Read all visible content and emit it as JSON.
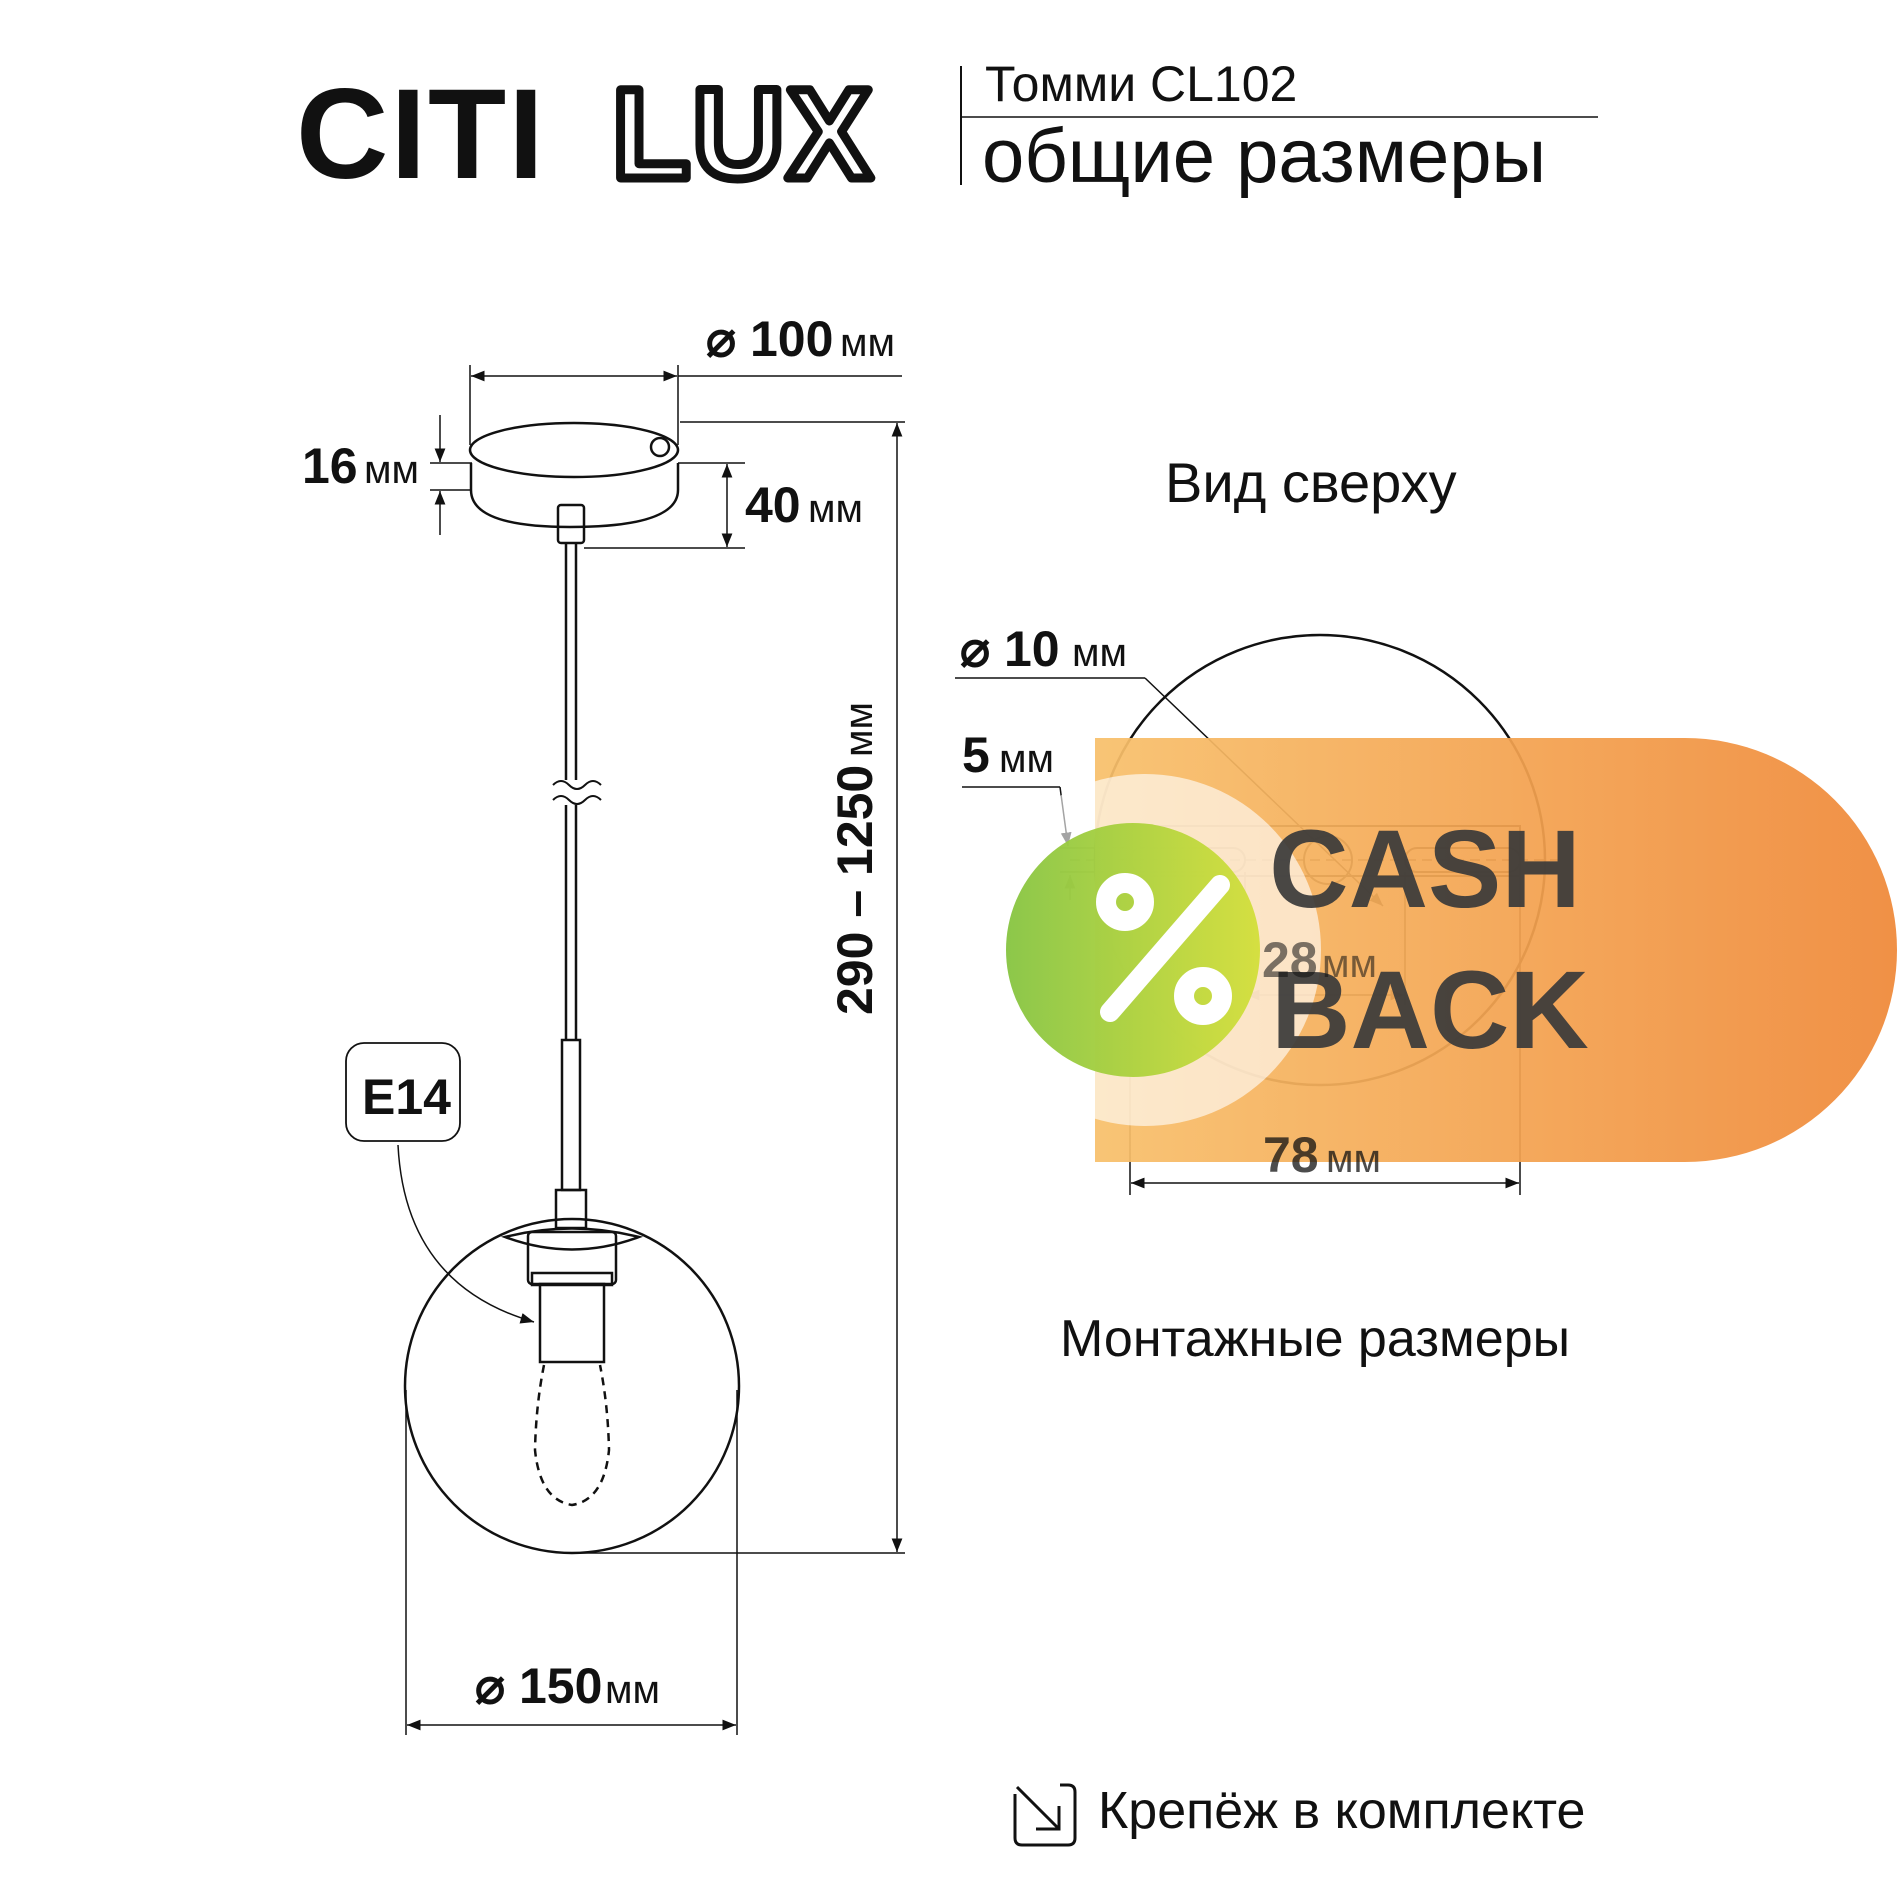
{
  "header": {
    "brand_solid": "CITI",
    "brand_outline": "LUX",
    "model": "Томми CL102",
    "subtitle": "общие размеры"
  },
  "side_view": {
    "canopy_diameter": {
      "value": "⌀ 100",
      "unit": "мм"
    },
    "canopy_height": {
      "value": "16",
      "unit": "мм"
    },
    "canopy_depth": {
      "value": "40",
      "unit": "мм"
    },
    "total_height": {
      "value": "290 – 1250",
      "unit": "мм"
    },
    "socket_label": "E14",
    "shade_diameter": {
      "value": "⌀ 150",
      "unit": "мм"
    }
  },
  "top_view": {
    "title": "Вид сверху",
    "hole_diameter": {
      "value": "⌀ 10",
      "unit": "мм"
    },
    "offset": {
      "value": "5",
      "unit": "мм"
    },
    "slot_spacing": {
      "value": "28",
      "unit": "мм"
    },
    "mount_width": {
      "value": "78",
      "unit": "мм"
    },
    "caption": "Монтажные размеры"
  },
  "badge": {
    "symbol": "%",
    "line1": "CASH",
    "line2": "BACK",
    "colors": {
      "green": "#8cc63f",
      "lime": "#c6dc3a",
      "orange": "#f08a3a",
      "light_orange": "#f7b563"
    }
  },
  "footer": {
    "icon": "arrow-into-box-icon",
    "note": "Крепёж в комплекте"
  }
}
